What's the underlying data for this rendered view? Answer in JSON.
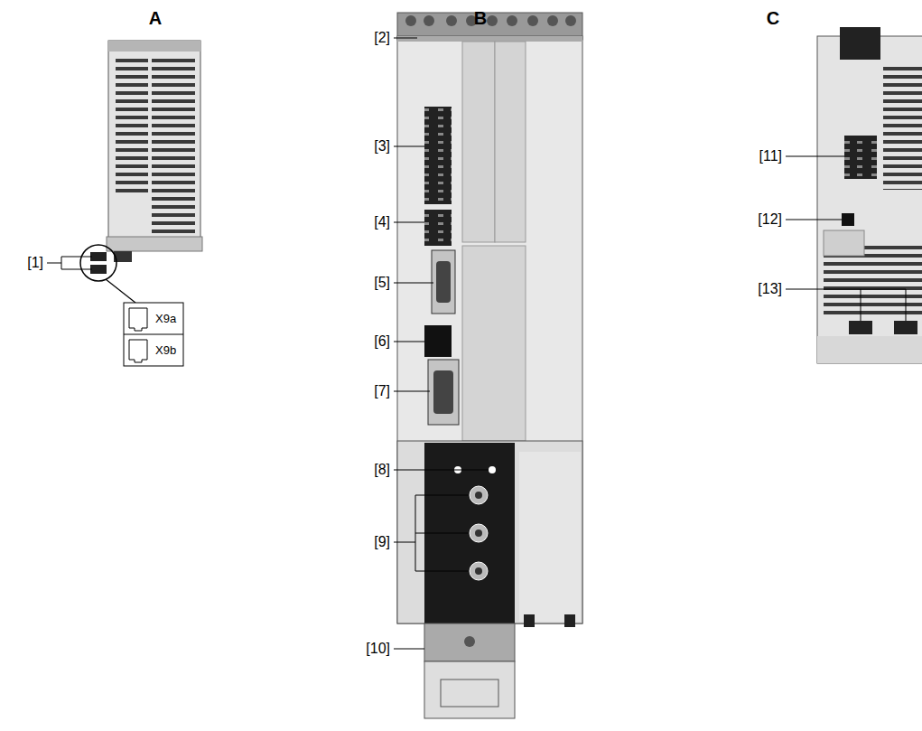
{
  "diagram": {
    "labels": [
      "A",
      "B",
      "C",
      "[1]",
      "X9a",
      "X9b",
      "[2]",
      "[3]",
      "[4]",
      "[5]",
      "[6]",
      "[7]",
      "[8]",
      "[9]",
      "[10]",
      "[11]",
      "[12]",
      "[13]"
    ]
  }
}
